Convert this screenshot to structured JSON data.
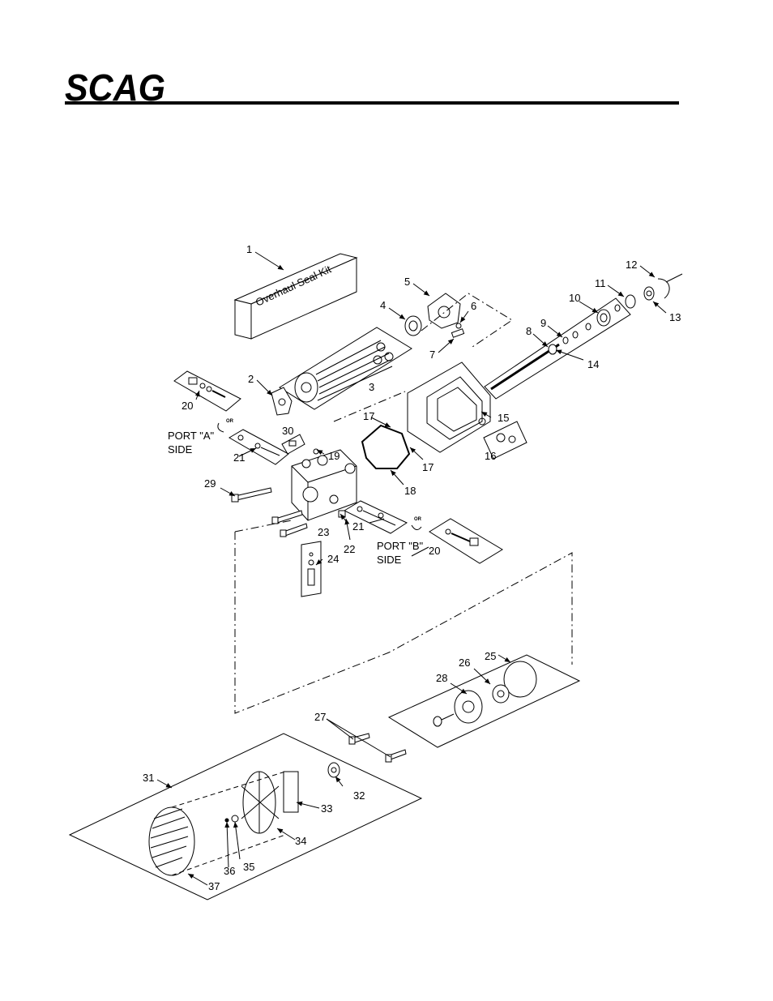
{
  "header": {
    "logo_text": "SCAG"
  },
  "kit_label": "Overhaul Seal Kit",
  "port_a": {
    "line1": "PORT \"A\"",
    "line2": "SIDE"
  },
  "port_b": {
    "line1": "PORT \"B\"",
    "line2": "SIDE"
  },
  "or_text": "OR",
  "callouts": {
    "c1": "1",
    "c2": "2",
    "c3": "3",
    "c4": "4",
    "c5": "5",
    "c6": "6",
    "c7": "7",
    "c8": "8",
    "c9": "9",
    "c10": "10",
    "c11": "11",
    "c12": "12",
    "c13": "13",
    "c14": "14",
    "c15": "15",
    "c16": "16",
    "c17a": "17",
    "c17b": "17",
    "c18": "18",
    "c19": "19",
    "c20a": "20",
    "c20b": "20",
    "c21a": "21",
    "c21b": "21",
    "c22": "22",
    "c23": "23",
    "c24": "24",
    "c25": "25",
    "c26": "26",
    "c27": "27",
    "c28": "28",
    "c29": "29",
    "c30": "30",
    "c31": "31",
    "c32": "32",
    "c33": "33",
    "c34": "34",
    "c35": "35",
    "c36": "36",
    "c37": "37"
  }
}
